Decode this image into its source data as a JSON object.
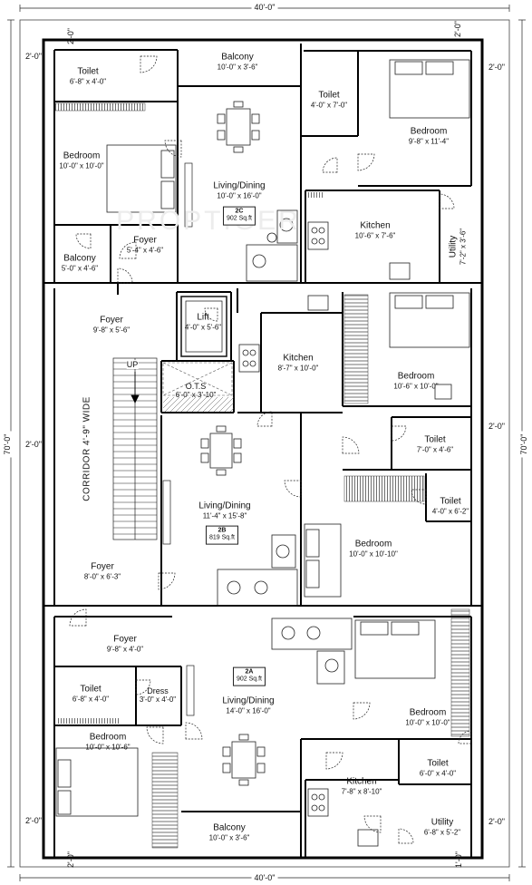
{
  "watermark": "PROPTIGER",
  "dimensions": {
    "top_total": "40'-0\"",
    "bottom_total": "40'-0\"",
    "left_total": "70'-0\"",
    "right_total": "70'-0\"",
    "setback": "2'-0\"",
    "bottom_small": "1'-0\""
  },
  "corridor": "CORRIDOR  4'-9\" WIDE",
  "stair_up": "UP",
  "rooms": {
    "toilet_2c_left": {
      "name": "Toilet",
      "size": "6'-8\" x 4'-0\""
    },
    "balcony_2c_top": {
      "name": "Balcony",
      "size": "10'-0\" x 3'-6\""
    },
    "toilet_2c_right": {
      "name": "Toilet",
      "size": "4'-0\" x 7'-0\""
    },
    "bedroom_2c_right": {
      "name": "Bedroom",
      "size": "9'-8\" x 11'-4\""
    },
    "bedroom_2c_left": {
      "name": "Bedroom",
      "size": "10'-0\" x 10'-0\""
    },
    "living_2c": {
      "name": "Living/Dining",
      "size": "10'-0\" x 16'-0\""
    },
    "kitchen_2c": {
      "name": "Kitchen",
      "size": "10'-6\" x 7'-6\""
    },
    "utility_2c": {
      "name": "Utility",
      "size": "7'-2\" x 3'-6\""
    },
    "balcony_2c_left": {
      "name": "Balcony",
      "size": "5'-0\" x 4'-6\""
    },
    "foyer_2c": {
      "name": "Foyer",
      "size": "5'-4\" x 4'-6\""
    },
    "foyer_lobby": {
      "name": "Foyer",
      "size": "9'-8\" x 5'-6\""
    },
    "lift": {
      "name": "Lift",
      "size": "4'-0\" x 5'-6\""
    },
    "kitchen_2b": {
      "name": "Kitchen",
      "size": "8'-7\" x 10'-0\""
    },
    "bedroom_2b_top": {
      "name": "Bedroom",
      "size": "10'-6\" x 10'-0\""
    },
    "ots": {
      "name": "O.T.S",
      "size": "6'-0\" x 3'-10\""
    },
    "toilet_2b_top": {
      "name": "Toilet",
      "size": "7'-0\" x 4'-6\""
    },
    "toilet_2b_mid": {
      "name": "Toilet",
      "size": "4'-0\" x 6'-2\""
    },
    "living_2b": {
      "name": "Living/Dining",
      "size": "11'-4\" x 15'-8\""
    },
    "bedroom_2b_bottom": {
      "name": "Bedroom",
      "size": "10'-0\" x 10'-10\""
    },
    "foyer_2b": {
      "name": "Foyer",
      "size": "8'-0\" x 6'-3\""
    },
    "foyer_2a": {
      "name": "Foyer",
      "size": "9'-8\" x 4'-0\""
    },
    "toilet_2a_left": {
      "name": "Toilet",
      "size": "6'-8\" x 4'-0\""
    },
    "dress_2a": {
      "name": "Dress",
      "size": "3'-0\" x 4'-0\""
    },
    "living_2a": {
      "name": "Living/Dining",
      "size": "14'-0\" x 16'-0\""
    },
    "bedroom_2a_right": {
      "name": "Bedroom",
      "size": "10'-0\" x 10'-0\""
    },
    "bedroom_2a_left": {
      "name": "Bedroom",
      "size": "10'-0\" x 10'-6\""
    },
    "toilet_2a_right": {
      "name": "Toilet",
      "size": "6'-0\" x 4'-0\""
    },
    "kitchen_2a": {
      "name": "Kitchen",
      "size": "7'-8\" x 8'-10\""
    },
    "utility_2a": {
      "name": "Utility",
      "size": "6'-8\" x 5'-2\""
    },
    "balcony_2a": {
      "name": "Balcony",
      "size": "10'-0\" x 3'-6\""
    }
  },
  "units": {
    "u2c": {
      "code": "2C",
      "area": "902 Sq.ft"
    },
    "u2b": {
      "code": "2B",
      "area": "819 Sq.ft"
    },
    "u2a": {
      "code": "2A",
      "area": "902 Sq.ft"
    }
  }
}
